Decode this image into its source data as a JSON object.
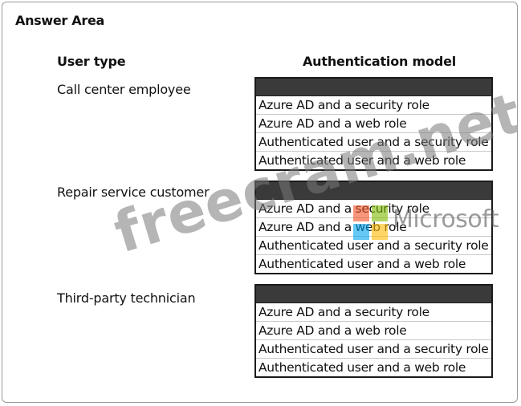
{
  "area_title": "Answer Area",
  "columns": {
    "user_type": "User type",
    "auth_model": "Authentication model"
  },
  "rows": [
    {
      "user": "Call center employee",
      "options": [
        "Azure AD and a security role",
        "Azure AD and a web role",
        "Authenticated user and a security role",
        "Authenticated user and a web role"
      ]
    },
    {
      "user": "Repair service customer",
      "options": [
        "Azure AD and a security role",
        "Azure AD and a web role",
        "Authenticated user and a security role",
        "Authenticated user and a web role"
      ]
    },
    {
      "user": "Third-party technician",
      "options": [
        "Azure AD and a security role",
        "Azure AD and a web role",
        "Authenticated user and a security role",
        "Authenticated user and a web role"
      ]
    }
  ],
  "watermark": "freecram.net",
  "logo": {
    "text": "Microsoft",
    "colors": [
      "#f25022",
      "#7fba00",
      "#00a4ef",
      "#ffb900"
    ]
  }
}
